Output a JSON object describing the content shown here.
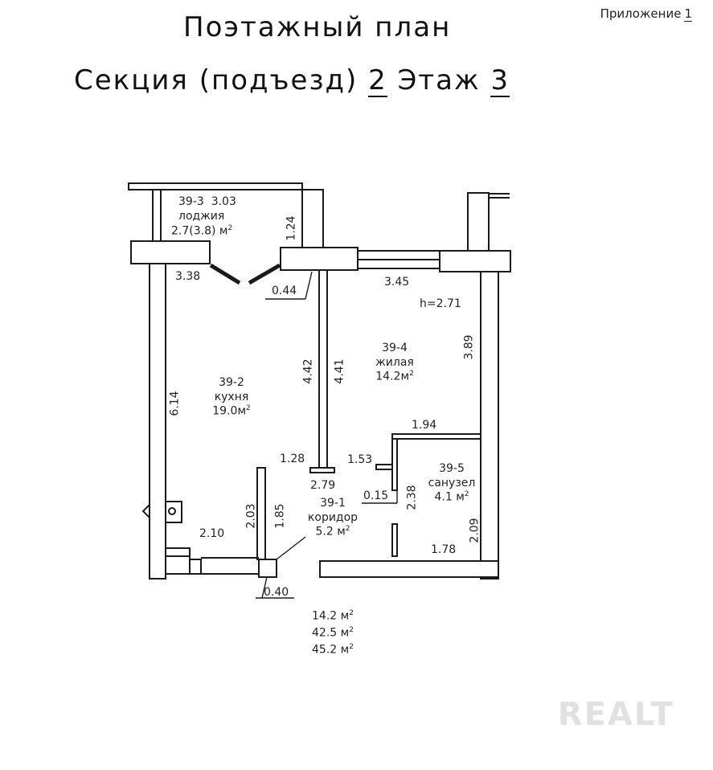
{
  "appendix": {
    "label": "Приложение",
    "number": "1"
  },
  "title": {
    "line1": "Поэтажный план",
    "section_label": "Секция (подъезд)",
    "section_number": "2",
    "floor_label": "Этаж",
    "floor_number": "3"
  },
  "rooms": {
    "loggia": {
      "id": "39-3",
      "dim": "3.03",
      "name": "лоджия",
      "area": "2.7(3.8) м"
    },
    "kitchen": {
      "id": "39-2",
      "name": "кухня",
      "area": "19.0м"
    },
    "living": {
      "id": "39-4",
      "name": "жилая",
      "area": "14.2м"
    },
    "bathroom": {
      "id": "39-5",
      "name": "санузел",
      "area": "4.1 м"
    },
    "corridor": {
      "id": "39-1",
      "name": "коридор",
      "area": "5.2 м"
    }
  },
  "dimensions": {
    "d_1_24": "1.24",
    "d_3_38": "3.38",
    "d_0_44": "0.44",
    "d_3_45": "3.45",
    "ceiling": "h=2.71",
    "d_3_89": "3.89",
    "d_4_42": "4.42",
    "d_4_41": "4.41",
    "d_6_14": "6.14",
    "d_1_94": "1.94",
    "d_1_28": "1.28",
    "d_1_53": "1.53",
    "d_2_79": "2.79",
    "d_0_15": "0.15",
    "d_2_38": "2.38",
    "d_2_03": "2.03",
    "d_1_85": "1.85",
    "d_2_10": "2.10",
    "d_2_09": "2.09",
    "d_1_78": "1.78",
    "d_0_40": "0.40"
  },
  "totals": {
    "living_area": "14.2 м",
    "total_area": "42.5 м",
    "total_with_loggia": "45.2 м"
  },
  "watermark": "REALT"
}
